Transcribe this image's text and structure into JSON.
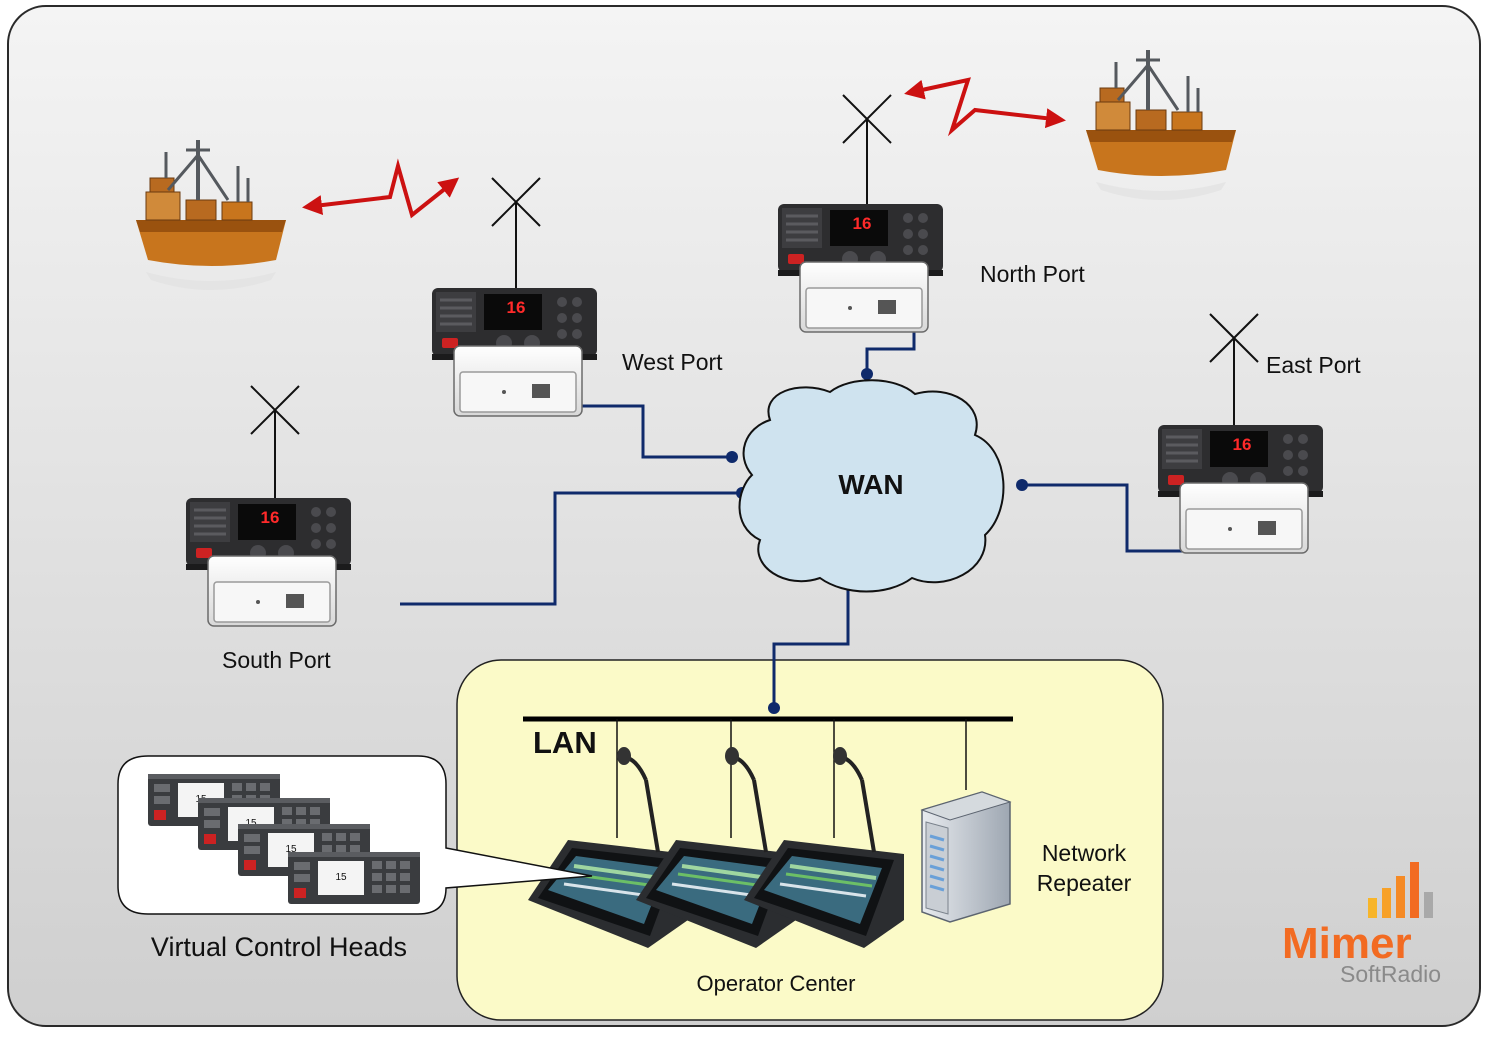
{
  "diagram": {
    "wan_label": "WAN",
    "lan_label": "LAN",
    "ports": {
      "west": "West Port",
      "north": "North Port",
      "east": "East Port",
      "south": "South Port"
    },
    "operator_center_label": "Operator Center",
    "repeater_label_line1": "Network",
    "repeater_label_line2": "Repeater",
    "virtual_heads_label": "Virtual Control Heads",
    "radio_channel": "16",
    "virtual_head_channel": "15"
  },
  "logo": {
    "name": "Mimer",
    "sub": "SoftRadio"
  },
  "colors": {
    "link_line": "#0f2a6b",
    "radio_wave": "#cc1111",
    "cloud_fill": "#cfe3ef",
    "operator_area": "#fbfac8",
    "logo_orange": "#f26b22"
  }
}
